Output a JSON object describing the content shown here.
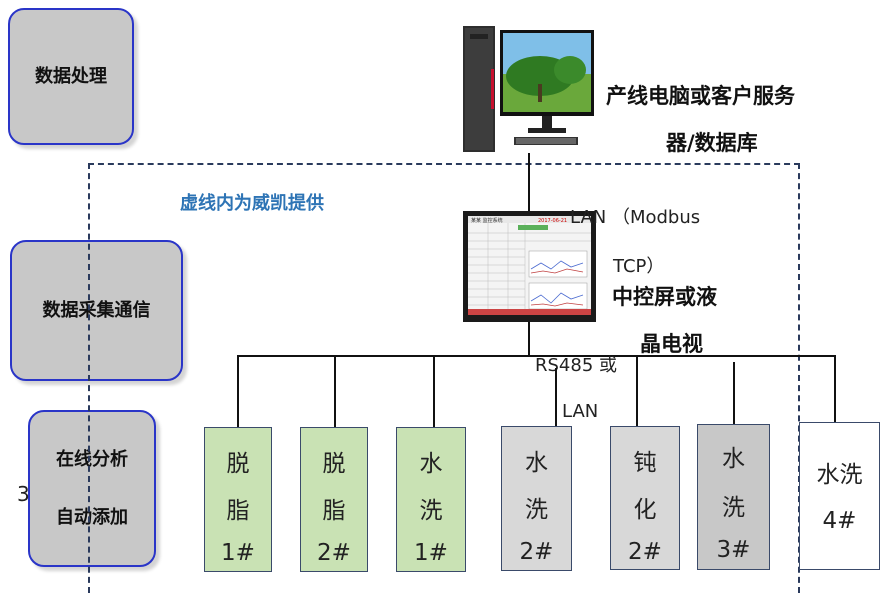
{
  "layers": {
    "processing": [
      "数据处理"
    ],
    "comm": [
      "数据采集通信"
    ],
    "analysis": [
      "在线分析",
      "自动添加"
    ]
  },
  "boundary_note": "虚线内为威凯提供",
  "pc_label": [
    "产线电脑或客户服务",
    "器/数据库"
  ],
  "lan_label": [
    "LAN （Modbus",
    "TCP）"
  ],
  "hmi_label": [
    "中控屏或液",
    "晶电视"
  ],
  "bus_label": [
    "RS485 或",
    "LAN"
  ],
  "stray_text": "3",
  "tanks": [
    {
      "lines": [
        "脱",
        "脂",
        "1#"
      ],
      "kind": "green"
    },
    {
      "lines": [
        "脱",
        "脂",
        "2#"
      ],
      "kind": "green"
    },
    {
      "lines": [
        "水",
        "洗",
        "1#"
      ],
      "kind": "green"
    },
    {
      "lines": [
        "水",
        "洗",
        "2#"
      ],
      "kind": "gray"
    },
    {
      "lines": [
        "钝",
        "化",
        "2#"
      ],
      "kind": "gray"
    },
    {
      "lines": [
        "水",
        "洗",
        "3#"
      ],
      "kind": "gray"
    },
    {
      "lines": [
        "水洗",
        "4#"
      ],
      "kind": "white"
    }
  ],
  "hmi_screen": {
    "title": "某某 监控系统"
  }
}
